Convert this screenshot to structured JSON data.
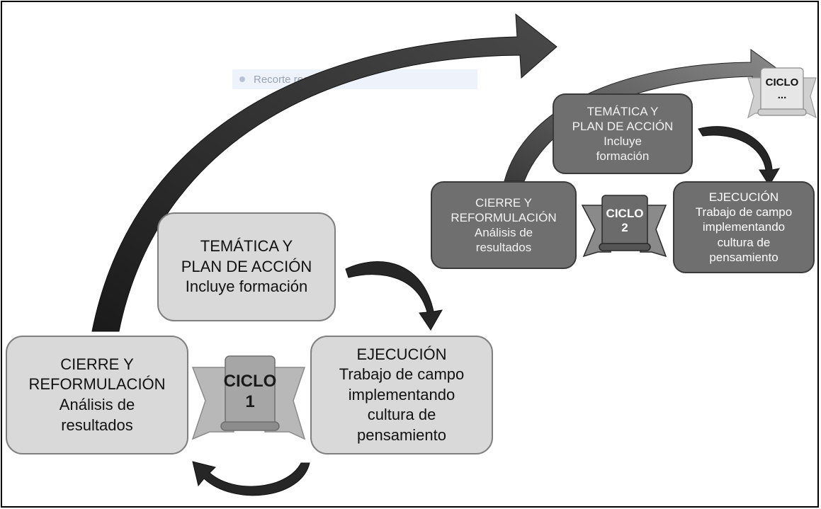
{
  "overlay": {
    "text": "Recorte rectangular"
  },
  "cycle1": {
    "plan": {
      "line1": "TEMÁTICA  Y",
      "line2": "PLAN DE ACCIÓN",
      "line3": "Incluye formación"
    },
    "execution": {
      "line1": "EJECUCIÓN",
      "line2": "Trabajo de campo",
      "line3": "implementando",
      "line4": "cultura de",
      "line5": "pensamiento"
    },
    "closure": {
      "line1": "CIERRE Y",
      "line2": "REFORMULACIÓN",
      "line3": "Análisis de",
      "line4": "resultados"
    },
    "badge": {
      "line1": "CICLO",
      "line2": "1"
    }
  },
  "cycle2": {
    "plan": {
      "line1": "TEMÁTICA  Y",
      "line2": "PLAN DE ACCIÓN",
      "line3": "Incluye",
      "line4": "formación"
    },
    "execution": {
      "line1": "EJECUCIÓN",
      "line2": "Trabajo de campo",
      "line3": "implementando",
      "line4": "cultura de",
      "line5": "pensamiento"
    },
    "closure": {
      "line1": "CIERRE Y",
      "line2": "REFORMULACIÓN",
      "line3": "Análisis  de",
      "line4": "resultados"
    },
    "badge": {
      "line1": "CICLO",
      "line2": "2"
    }
  },
  "cycle_next": {
    "badge": {
      "line1": "CICLO",
      "line2": "..."
    }
  },
  "colors": {
    "light_box": "#d9d9d9",
    "dark_box": "#6f6f6f",
    "arrow_dark": "#262626",
    "arrow_mid": "#6a6a6a"
  }
}
